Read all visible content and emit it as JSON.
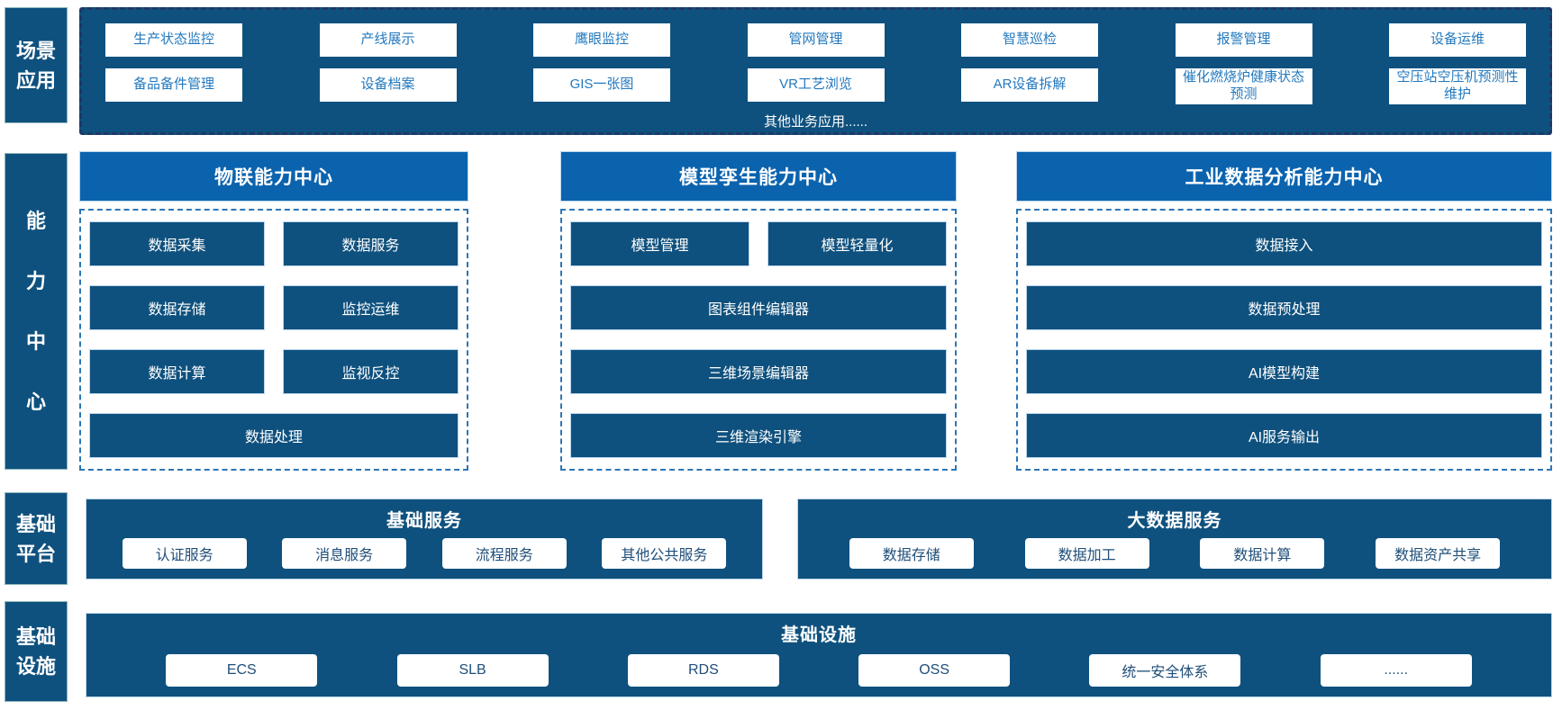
{
  "palette": {
    "dark_blue": "#0F517E",
    "header_blue": "#0B63AE",
    "dashed_navy": "#1F3864",
    "dashed_blue": "#2E75B6",
    "scene_button_text": "#2379BE",
    "pill_text": "#1F4E79"
  },
  "sidebar": {
    "items": [
      {
        "id": "scene",
        "label": "场景应用",
        "orientation": "two-line"
      },
      {
        "id": "ability",
        "label": "能力中心",
        "orientation": "vertical"
      },
      {
        "id": "platform",
        "label": "基础平台",
        "orientation": "two-line"
      },
      {
        "id": "infra",
        "label": "基础设施",
        "orientation": "two-line"
      }
    ]
  },
  "scene": {
    "columns": [
      [
        "生产状态监控",
        "备品备件管理"
      ],
      [
        "产线展示",
        "设备档案"
      ],
      [
        "鹰眼监控",
        "GIS一张图"
      ],
      [
        "管网管理",
        "VR工艺浏览"
      ],
      [
        "智慧巡检",
        "AR设备拆解"
      ],
      [
        "报警管理",
        "催化燃烧炉健康状态预测"
      ],
      [
        "设备运维",
        "空压站空压机预测性维护"
      ]
    ],
    "more": "其他业务应用......"
  },
  "capability_centers": [
    {
      "title": "物联能力中心",
      "rows": [
        [
          "数据采集",
          "数据服务"
        ],
        [
          "数据存储",
          "监控运维"
        ],
        [
          "数据计算",
          "监视反控"
        ],
        [
          "数据处理"
        ]
      ]
    },
    {
      "title": "模型孪生能力中心",
      "rows": [
        [
          "模型管理",
          "模型轻量化"
        ],
        [
          "图表组件编辑器"
        ],
        [
          "三维场景编辑器"
        ],
        [
          "三维渲染引擎"
        ]
      ]
    },
    {
      "title": "工业数据分析能力中心",
      "rows": [
        [
          "数据接入"
        ],
        [
          "数据预处理"
        ],
        [
          "AI模型构建"
        ],
        [
          "AI服务输出"
        ]
      ]
    }
  ],
  "platform_blocks": [
    {
      "id": "basic",
      "title": "基础服务",
      "items": [
        "认证服务",
        "消息服务",
        "流程服务",
        "其他公共服务"
      ]
    },
    {
      "id": "big",
      "title": "大数据服务",
      "items": [
        "数据存储",
        "数据加工",
        "数据计算",
        "数据资产共享"
      ]
    }
  ],
  "infrastructure": {
    "title": "基础设施",
    "items": [
      "ECS",
      "SLB",
      "RDS",
      "OSS",
      "统一安全体系",
      "......"
    ]
  }
}
